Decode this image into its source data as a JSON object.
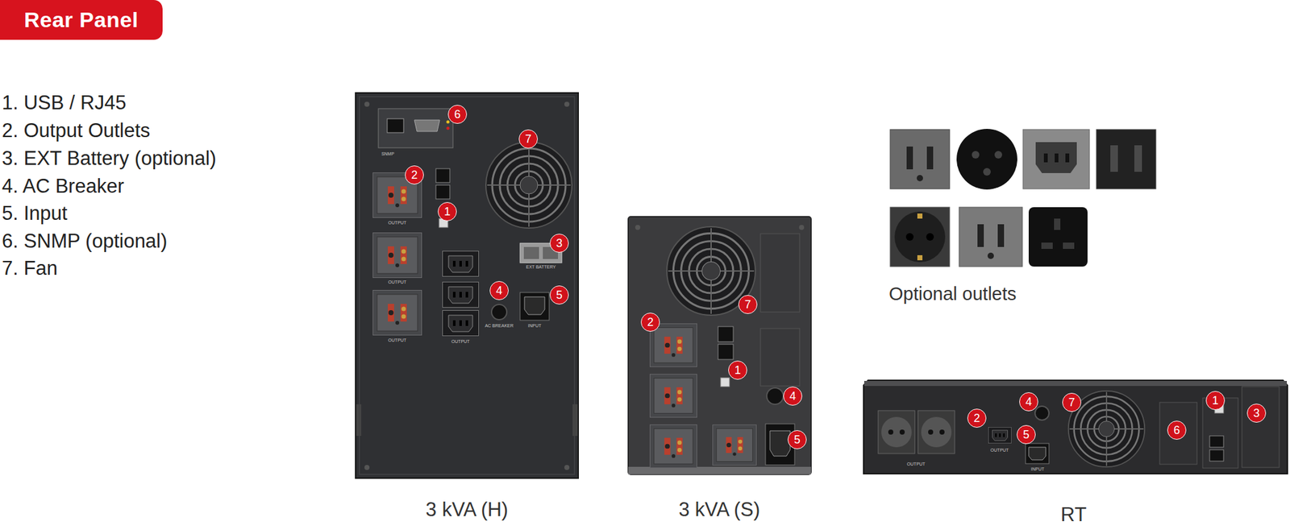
{
  "diagram": {
    "title": "Rear Panel",
    "labels": [
      "1. USB / RJ45",
      "2. Output Outlets",
      "3. EXT Battery (optional)",
      "4. AC Breaker",
      "5. Input",
      "6. SNMP (optional)",
      "7. Fan",
      "6",
      "7",
      "2",
      "1",
      "3",
      "4",
      "5",
      "SNMP",
      "OUTPUT",
      "OUTPUT",
      "OUTPUT",
      "OUTPUT",
      "EXT BATTERY",
      "AC BREAKER",
      "INPUT",
      "7",
      "2",
      "1",
      "4",
      "5",
      "Optional outlets",
      "4",
      "7",
      "1",
      "3",
      "2",
      "5",
      "6",
      "OUTPUT",
      "OUTPUT",
      "INPUT",
      "3 kVA (H)",
      "3 kVA (S)",
      "RT"
    ]
  }
}
